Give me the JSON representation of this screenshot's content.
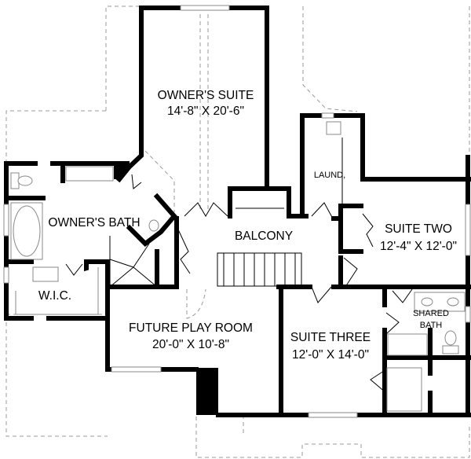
{
  "rooms": {
    "owners_suite": {
      "name": "OWNER'S SUITE",
      "size": "14'-8\" X 20'-6\""
    },
    "owners_bath": {
      "name": "OWNER'S BATH"
    },
    "wic": {
      "name": "W.I.C."
    },
    "balcony": {
      "name": "BALCONY"
    },
    "laundry": {
      "name": "LAUND,"
    },
    "suite_two": {
      "name": "SUITE TWO",
      "size": "12'-4\" X 12'-0\""
    },
    "shared_bath": {
      "name_line1": "SHARED",
      "name_line2": "BATH"
    },
    "suite_three": {
      "name": "SUITE THREE",
      "size": "12'-0\" X 14'-0\""
    },
    "future_play_room": {
      "name": "FUTURE PLAY ROOM",
      "size": "20'-0\" X 10'-8\""
    }
  },
  "colors": {
    "wall": "#000000",
    "outline": "#999999"
  }
}
